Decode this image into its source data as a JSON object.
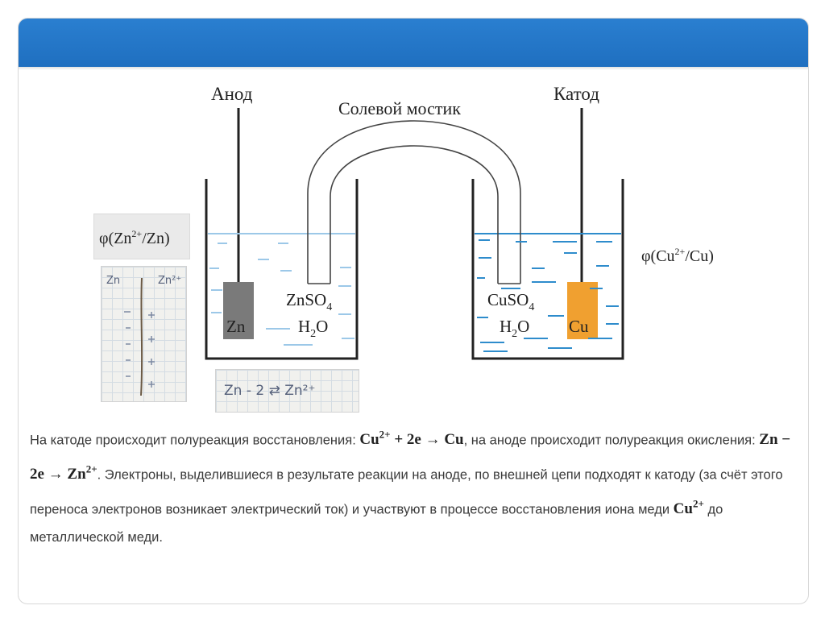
{
  "header": {
    "color": "#2377cc"
  },
  "diagram": {
    "anode_label": "Анод",
    "cathode_label": "Катод",
    "bridge_label": "Солевой мостик",
    "left": {
      "solution": "ZnSO",
      "solution_sub": "4",
      "water": "H",
      "water_sub": "2",
      "water_tail": "O",
      "electrode": "Zn",
      "electrode_color": "#7a7a7a"
    },
    "right": {
      "solution": "CuSO",
      "solution_sub": "4",
      "water": "H",
      "water_sub": "2",
      "water_tail": "O",
      "electrode": "Cu",
      "electrode_color": "#f0a030"
    },
    "left_solution_color": "#9cc8e8",
    "right_solution_color": "#2e8ccc"
  },
  "potentials": {
    "zinc": {
      "prefix": "φ(Zn",
      "sup": "2+",
      "suffix": "/Zn)"
    },
    "copper": {
      "prefix": "φ(Cu",
      "sup": "2+",
      "suffix": "/Cu)"
    }
  },
  "handwriting": {
    "column_left": "Zn",
    "column_right": "Zn²⁺",
    "equation": "Zn - 2 ⇄ Zn²⁺"
  },
  "paragraph": {
    "p1": "На катоде происходит полуреакция восстановления: ",
    "eq1_a": "Cu",
    "eq1_sup": "2+",
    "eq1_b": " + 2e → Cu",
    "p2": ", на аноде происходит полуреакция окисления: ",
    "eq2_a": "Zn − 2e → Zn",
    "eq2_sup": "2+",
    "p3": ". Электроны, выделившиеся в результате реакции на аноде, по внешней цепи подходят к катоду (за счёт этого переноса электронов возникает электрический ток) и участвуют в процессе восстановления иона меди ",
    "eq3_a": "Cu",
    "eq3_sup": "2+",
    "p4": " до металлической меди."
  }
}
